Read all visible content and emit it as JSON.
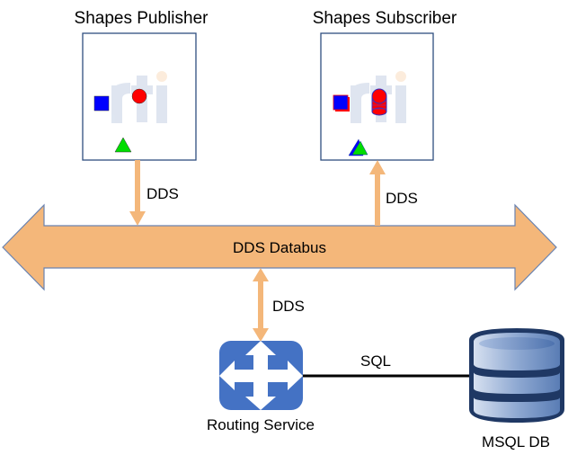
{
  "publisher": {
    "title": "Shapes Publisher",
    "logo": "rti"
  },
  "subscriber": {
    "title": "Shapes Subscriber",
    "logo": "rti"
  },
  "databus": {
    "label": "DDS Databus"
  },
  "links": {
    "publisher_to_bus": "DDS",
    "bus_to_subscriber": "DDS",
    "bus_routing": "DDS",
    "routing_db": "SQL"
  },
  "routing_service": {
    "label": "Routing Service",
    "icon": "routing-arrows-icon"
  },
  "database": {
    "label": "MSQL DB",
    "icon": "database-icon"
  },
  "colors": {
    "bus_fill": "#F4B77A",
    "bus_stroke": "#6A83B0",
    "box_stroke": "#2F4F7F",
    "routing_blue": "#4472C4",
    "db_dark": "#1F3864",
    "shape_blue": "#0000FF",
    "shape_red": "#FF0000",
    "shape_green": "#00DD00"
  }
}
